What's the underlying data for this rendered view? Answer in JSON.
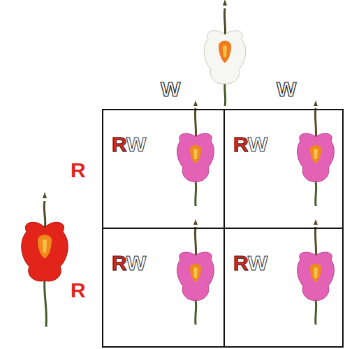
{
  "diagram": {
    "nodes": [
      {
        "text": [
          "RW"
        ]
      },
      {
        "text": [
          "RW"
        ]
      },
      {
        "text": [
          "RW"
        ]
      },
      {
        "text": [
          "RW"
        ]
      }
    ],
    "labels": [
      "W",
      "W",
      "R",
      "R"
    ]
  }
}
